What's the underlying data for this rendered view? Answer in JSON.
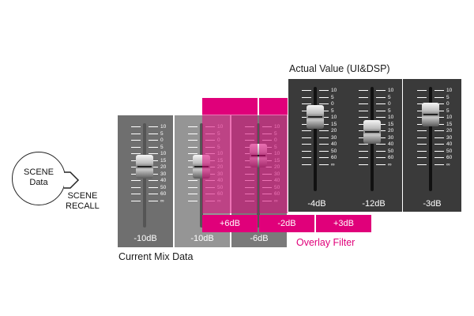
{
  "scene": {
    "circle_line1": "SCENE",
    "circle_line2": "Data",
    "recall_line1": "SCENE",
    "recall_line2": "RECALL"
  },
  "captions": {
    "current_mix": "Current Mix Data",
    "actual_value": "Actual Value (UI&DSP)",
    "overlay_filter": "Overlay Filter"
  },
  "scale_labels": [
    "10",
    "5",
    "0",
    "5",
    "10",
    "15",
    "20",
    "30",
    "40",
    "50",
    "60",
    "∞"
  ],
  "current_mix_channels": [
    {
      "label": "-10dB",
      "shade": "#6f6f6f"
    },
    {
      "label": "-10dB",
      "shade": "#959595"
    },
    {
      "label": "-6dB",
      "shade": "#7a7a7a"
    }
  ],
  "overlay_offsets": [
    "+6dB",
    "-2dB",
    "+3dB"
  ],
  "actual_channels": [
    {
      "label": "-4dB",
      "shade": "#3a3a3a"
    },
    {
      "label": "-12dB",
      "shade": "#3a3a3a"
    },
    {
      "label": "-3dB",
      "shade": "#3a3a3a"
    }
  ],
  "colors": {
    "magenta": "#e0007a",
    "dark_channel": "#3a3a3a"
  }
}
